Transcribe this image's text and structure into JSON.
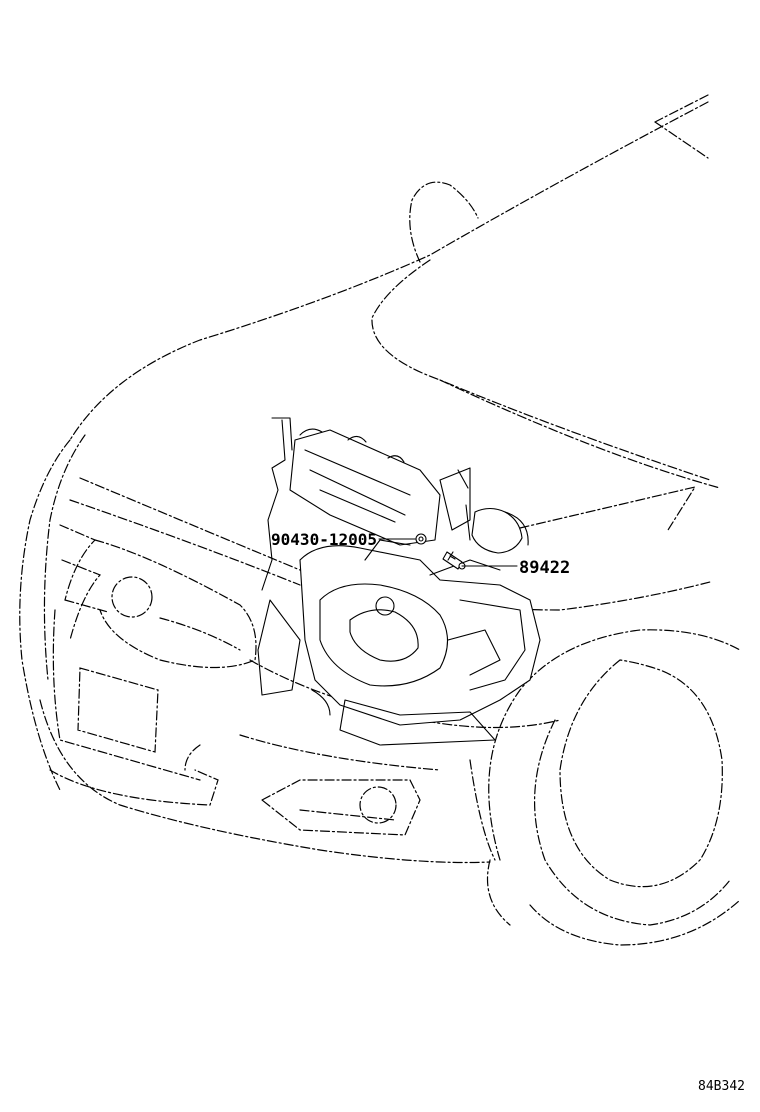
{
  "parts": [
    {
      "number": "90430-12005"
    },
    {
      "number": "89422"
    }
  ],
  "reference_code": "84B342"
}
